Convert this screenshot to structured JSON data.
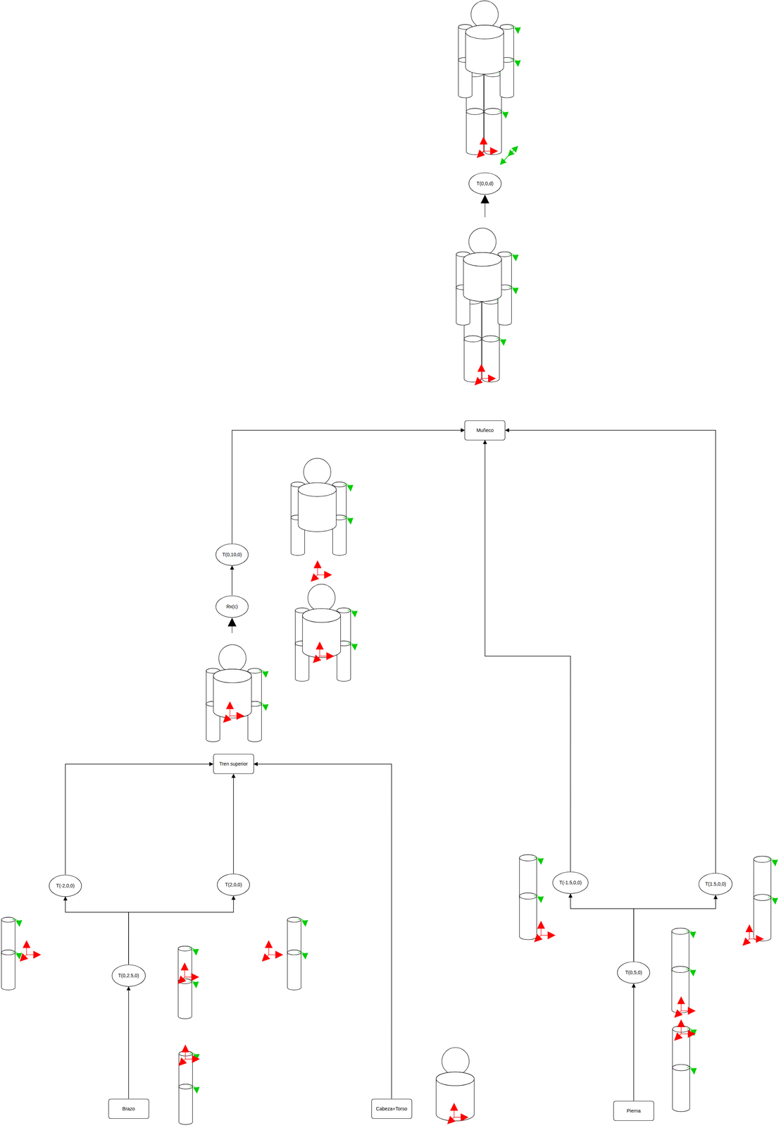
{
  "diagram": {
    "nodes": [
      {
        "text": [
          "T(0,0,d)"
        ]
      },
      {
        "text": [
          "Muñeco"
        ]
      },
      {
        "text": [
          "T(0,10,0)"
        ]
      },
      {
        "text": [
          "Rx(c)"
        ]
      },
      {
        "text": [
          "Tren superior"
        ]
      },
      {
        "text": [
          "T(-1.5,0,0)"
        ]
      },
      {
        "text": [
          "T(1.5,0,0)"
        ]
      },
      {
        "text": [
          "T(-2,0,0)"
        ]
      },
      {
        "text": [
          "T(2,0,0)"
        ]
      },
      {
        "text": [
          "T(0,5,0)"
        ]
      },
      {
        "text": [
          "T(0,2.5,0)"
        ]
      },
      {
        "text": [
          "Brazo"
        ]
      },
      {
        "text": [
          "Cabeza+Torso"
        ]
      },
      {
        "text": [
          "Pierna"
        ]
      }
    ],
    "edges": [
      {
        "from": 2,
        "to": 1,
        "arrow": "to"
      },
      {
        "from": 5,
        "to": 1,
        "arrow": "to"
      },
      {
        "from": 6,
        "to": 1,
        "arrow": "to"
      },
      {
        "from": 3,
        "to": 2,
        "arrow": "to"
      },
      {
        "from": 7,
        "to": 4,
        "arrow": "to"
      },
      {
        "from": 8,
        "to": 4,
        "arrow": "to"
      },
      {
        "from": 12,
        "to": 4,
        "arrow": "to"
      },
      {
        "from": 10,
        "to": 7,
        "arrow": "to"
      },
      {
        "from": 10,
        "to": 8,
        "arrow": "to"
      },
      {
        "from": 11,
        "to": 10,
        "arrow": "to"
      },
      {
        "from": 9,
        "to": 5,
        "arrow": "to"
      },
      {
        "from": 9,
        "to": 6,
        "arrow": "to"
      },
      {
        "from": 13,
        "to": 9,
        "arrow": "to"
      }
    ]
  }
}
